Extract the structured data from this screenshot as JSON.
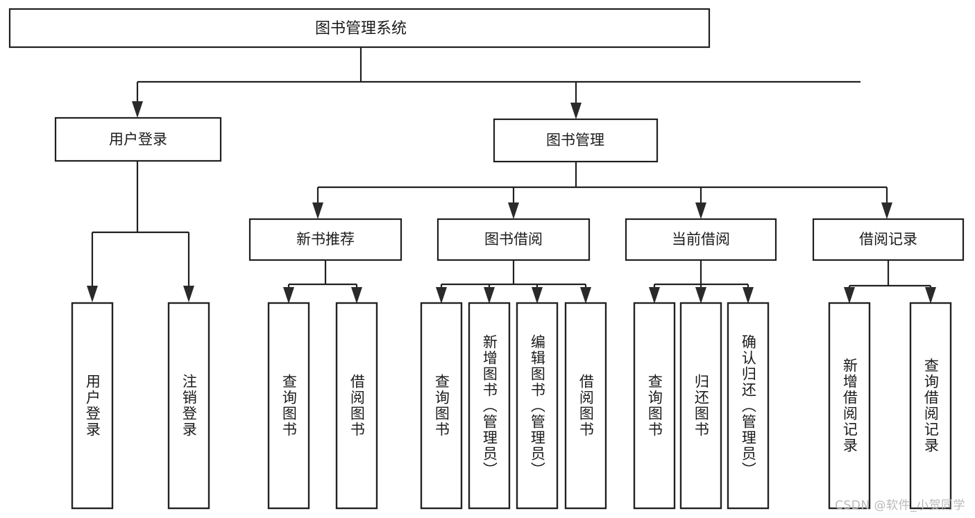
{
  "diagram": {
    "type": "tree-hierarchy",
    "orientation": "top-down",
    "root": {
      "id": "root",
      "label": "图书管理系统"
    },
    "level1": [
      {
        "id": "user-login",
        "label": "用户登录"
      },
      {
        "id": "book-management",
        "label": "图书管理"
      }
    ],
    "level2": [
      {
        "id": "new-book-recommend",
        "label": "新书推荐",
        "parent": "book-management"
      },
      {
        "id": "book-borrow",
        "label": "图书借阅",
        "parent": "book-management"
      },
      {
        "id": "current-borrow",
        "label": "当前借阅",
        "parent": "book-management"
      },
      {
        "id": "borrow-record",
        "label": "借阅记录",
        "parent": "book-management"
      }
    ],
    "leaves": {
      "user-login": [
        {
          "id": "leaf-user-login",
          "label": "用户登录"
        },
        {
          "id": "leaf-logout",
          "label": "注销登录"
        }
      ],
      "new-book-recommend": [
        {
          "id": "leaf-query-book-1",
          "label": "查询图书"
        },
        {
          "id": "leaf-borrow-book-1",
          "label": "借阅图书"
        }
      ],
      "book-borrow": [
        {
          "id": "leaf-query-book-2",
          "label": "查询图书"
        },
        {
          "id": "leaf-add-book",
          "label": "新增图书（管理员）"
        },
        {
          "id": "leaf-edit-book",
          "label": "编辑图书（管理员）"
        },
        {
          "id": "leaf-borrow-book-2",
          "label": "借阅图书"
        }
      ],
      "current-borrow": [
        {
          "id": "leaf-query-book-3",
          "label": "查询图书"
        },
        {
          "id": "leaf-return-book",
          "label": "归还图书"
        },
        {
          "id": "leaf-confirm-return",
          "label": "确认归还（管理员）"
        }
      ],
      "borrow-record": [
        {
          "id": "leaf-add-record",
          "label": "新增借阅记录"
        },
        {
          "id": "leaf-query-record",
          "label": "查询借阅记录"
        }
      ]
    }
  },
  "watermark": {
    "text": "CSDN @软件_小贺同学"
  },
  "colors": {
    "background": "#ffffff",
    "box_stroke": "#1f1f1f",
    "box_fill": "#ffffff",
    "text": "#1b1b1b",
    "watermark_text": "#b9b9b9"
  }
}
